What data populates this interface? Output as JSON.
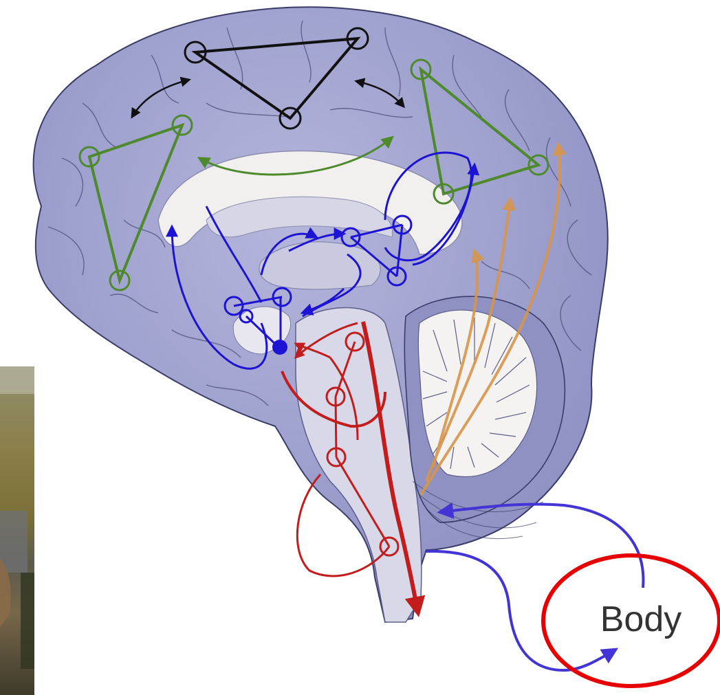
{
  "diagram": {
    "body_label": "Body",
    "colors": {
      "brain_fill": "#9a9ccc",
      "brain_outline": "#3a3b66",
      "white_matter": "#f1f0ee",
      "highlight_ring": "#e60000",
      "cortical_network_black": "#111111",
      "cortical_network_green": "#4e8a2b",
      "limbic_network_blue": "#1c13d4",
      "brainstem_network_red": "#c21c1c",
      "ascending_pathway_orange": "#d8954a",
      "body_pathway_blue": "#4334d6"
    },
    "icons": [
      "photo-strip",
      "brain-illustration"
    ]
  }
}
